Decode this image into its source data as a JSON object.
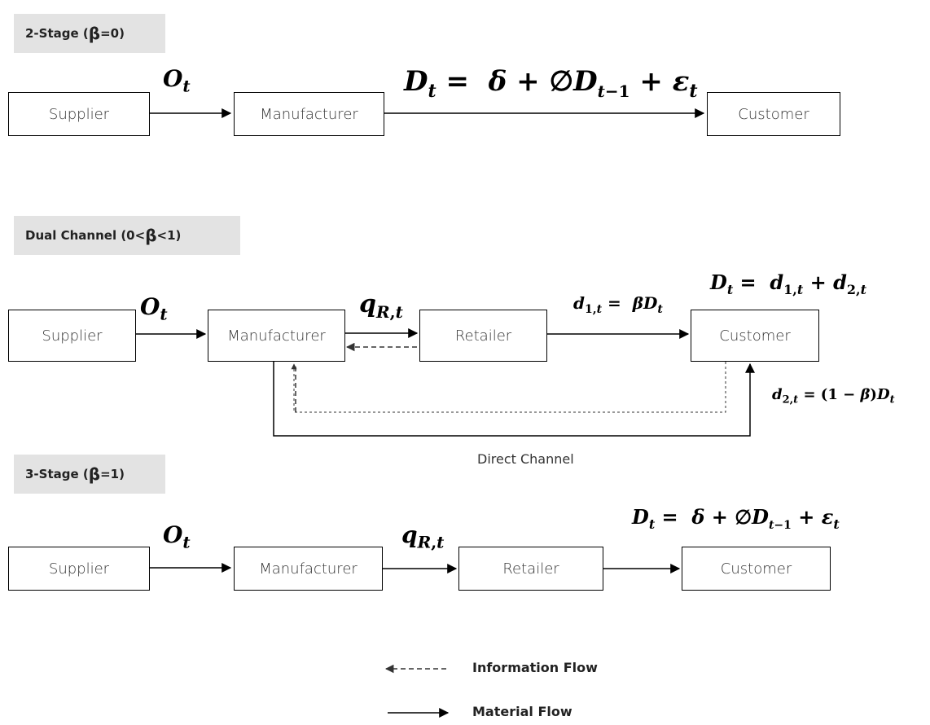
{
  "sections": {
    "two_stage": {
      "label_pre": "2-Stage (",
      "beta": "β",
      "label_post": "=0)"
    },
    "dual": {
      "label_pre": "Dual Channel (0<",
      "beta": "β",
      "label_post": "<1)"
    },
    "three_stage": {
      "label_pre": "3-Stage (",
      "beta": "β",
      "label_post": "=1)"
    }
  },
  "nodes": {
    "supplier": "Supplier",
    "manufacturer": "Manufacturer",
    "retailer": "Retailer",
    "customer": "Customer"
  },
  "labels": {
    "direct_channel": "Direct Channel"
  },
  "legend": {
    "information_flow": "Information Flow",
    "material_flow": "Material Flow"
  },
  "colors": {
    "tag_background": "#e3e3e3",
    "line": "#000000",
    "dashed_line": "#333333"
  }
}
